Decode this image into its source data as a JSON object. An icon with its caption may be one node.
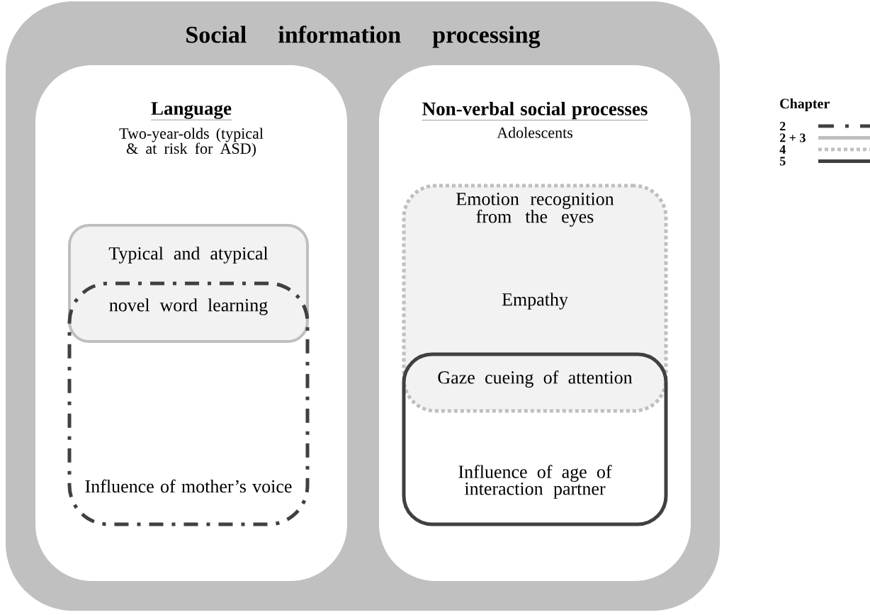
{
  "diagram": {
    "nodes": [
      {
        "text": [
          "Social information processing"
        ]
      },
      {
        "text": [
          "Language",
          "Two-year-olds (typical & at risk for ASD)"
        ],
        "in": 0
      },
      {
        "text": [
          "Non-verbal social processes",
          "Adolescents"
        ],
        "in": 0
      },
      {
        "text": [
          "Typical and atypical",
          "novel word learning"
        ],
        "in": 1
      },
      {
        "text": [
          "Influence of mother’s voice"
        ],
        "in": 1
      },
      {
        "text": [
          "Emotion recognition from the eyes",
          "Empathy"
        ],
        "in": 2
      },
      {
        "text": [
          "Gaze cueing of attention",
          "Influence of age of interaction partner"
        ],
        "in": 2
      }
    ],
    "labels": [
      "Chapter"
    ],
    "legend": [
      {
        "text": "2"
      },
      {
        "text": "2 + 3"
      },
      {
        "text": "4"
      },
      {
        "text": "5"
      }
    ]
  }
}
